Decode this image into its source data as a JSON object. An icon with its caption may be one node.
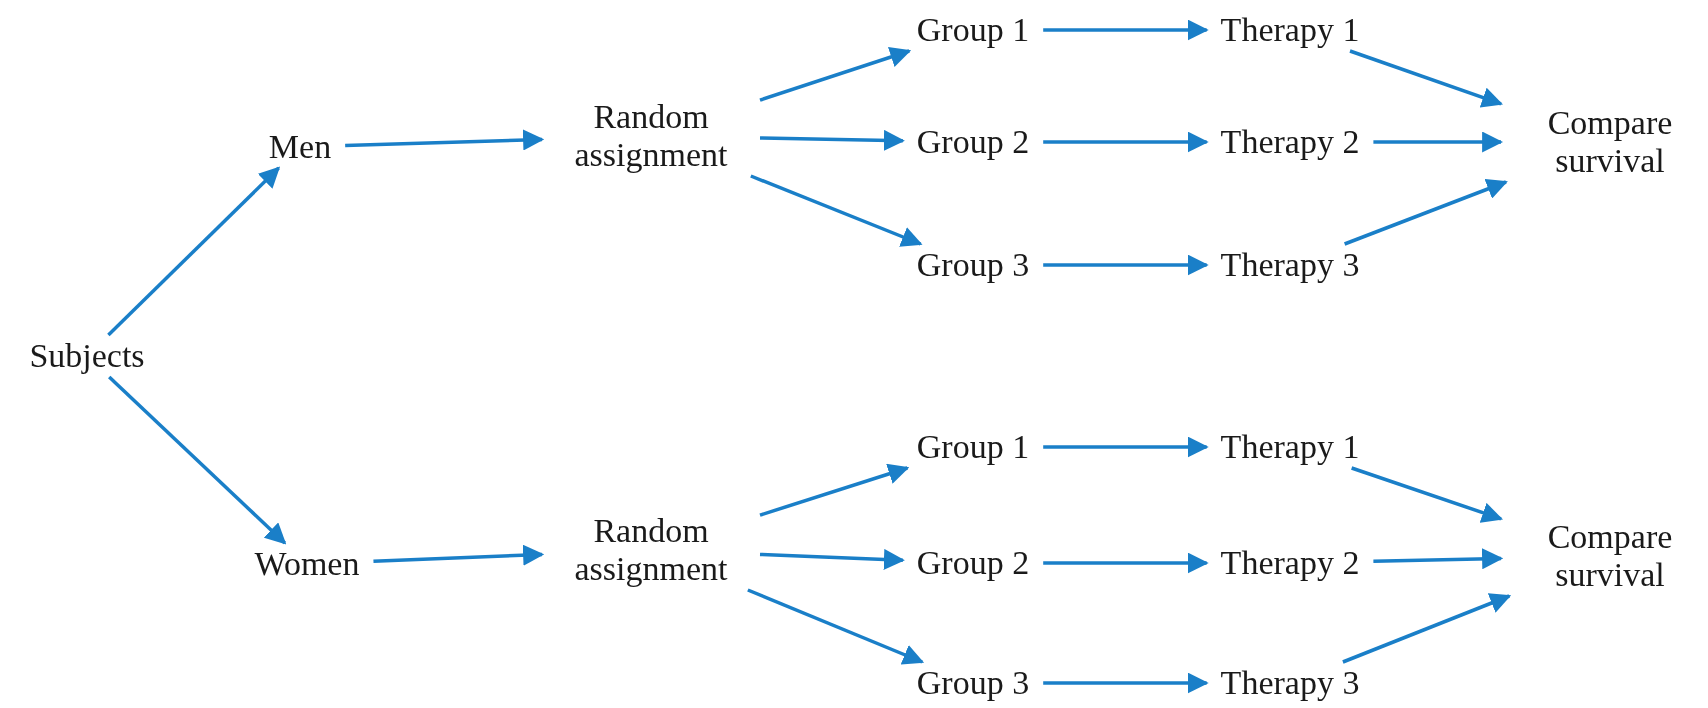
{
  "diagram": {
    "nodes": [
      {
        "text": [
          "Subjects"
        ]
      },
      {
        "text": [
          "Men"
        ]
      },
      {
        "text": [
          "Women"
        ]
      },
      {
        "text": [
          "Random assignment"
        ]
      },
      {
        "text": [
          "Group 1"
        ]
      },
      {
        "text": [
          "Group 2"
        ]
      },
      {
        "text": [
          "Group 3"
        ]
      },
      {
        "text": [
          "Therapy 1"
        ]
      },
      {
        "text": [
          "Therapy 2"
        ]
      },
      {
        "text": [
          "Therapy 3"
        ]
      },
      {
        "text": [
          "Compare survival"
        ]
      },
      {
        "text": [
          "Random assignment"
        ]
      },
      {
        "text": [
          "Group 1"
        ]
      },
      {
        "text": [
          "Group 2"
        ]
      },
      {
        "text": [
          "Group 3"
        ]
      },
      {
        "text": [
          "Therapy 1"
        ]
      },
      {
        "text": [
          "Therapy 2"
        ]
      },
      {
        "text": [
          "Therapy 3"
        ]
      },
      {
        "text": [
          "Compare survival"
        ]
      }
    ],
    "edges": [
      {
        "from": 0,
        "to": 1,
        "arrow": "to"
      },
      {
        "from": 0,
        "to": 2,
        "arrow": "to"
      },
      {
        "from": 1,
        "to": 3,
        "arrow": "to"
      },
      {
        "from": 3,
        "to": 4,
        "arrow": "to"
      },
      {
        "from": 3,
        "to": 5,
        "arrow": "to"
      },
      {
        "from": 3,
        "to": 6,
        "arrow": "to"
      },
      {
        "from": 4,
        "to": 7,
        "arrow": "to"
      },
      {
        "from": 5,
        "to": 8,
        "arrow": "to"
      },
      {
        "from": 6,
        "to": 9,
        "arrow": "to"
      },
      {
        "from": 7,
        "to": 10,
        "arrow": "to"
      },
      {
        "from": 8,
        "to": 10,
        "arrow": "to"
      },
      {
        "from": 9,
        "to": 10,
        "arrow": "to"
      },
      {
        "from": 2,
        "to": 11,
        "arrow": "to"
      },
      {
        "from": 11,
        "to": 12,
        "arrow": "to"
      },
      {
        "from": 11,
        "to": 13,
        "arrow": "to"
      },
      {
        "from": 11,
        "to": 14,
        "arrow": "to"
      },
      {
        "from": 12,
        "to": 15,
        "arrow": "to"
      },
      {
        "from": 13,
        "to": 16,
        "arrow": "to"
      },
      {
        "from": 14,
        "to": 17,
        "arrow": "to"
      },
      {
        "from": 15,
        "to": 18,
        "arrow": "to"
      },
      {
        "from": 16,
        "to": 18,
        "arrow": "to"
      },
      {
        "from": 17,
        "to": 18,
        "arrow": "to"
      }
    ]
  }
}
